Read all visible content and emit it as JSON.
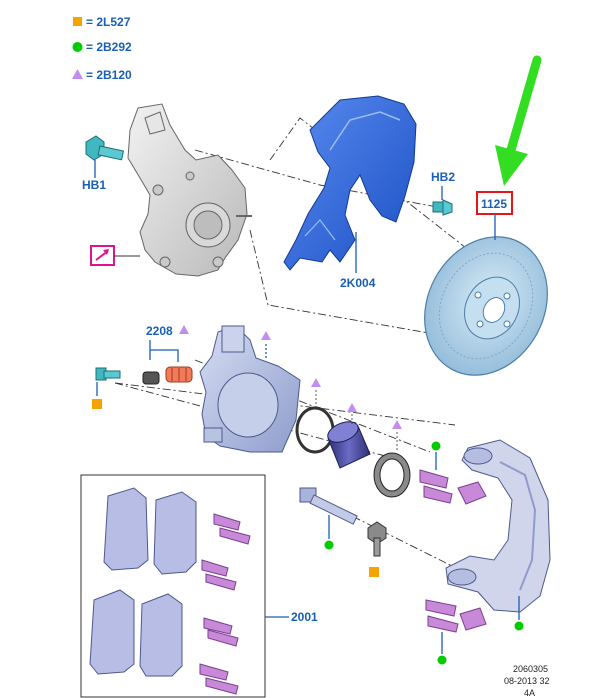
{
  "legend": [
    {
      "symbol": "square",
      "color": "#f5a300",
      "text": "= 2L527"
    },
    {
      "symbol": "circle",
      "color": "#00cc00",
      "text": "= 2B292"
    },
    {
      "symbol": "triangle",
      "color": "#c58cf0",
      "text": "= 2B120"
    }
  ],
  "callouts": {
    "hb1": "HB1",
    "hb2": "HB2",
    "shield": "2K004",
    "disc": "1125",
    "pin_kit": "2208",
    "pad_kit": "2001"
  },
  "highlight": {
    "box_color": "#e8141b",
    "arrow_color": "#33dd22"
  },
  "footer": {
    "code": "2060305",
    "date": "08-2013 32",
    "page": "4A"
  },
  "colors": {
    "part_blue": "#1f5fd6",
    "disc": "#a9cde6",
    "caliper": "#a9b7dc",
    "pad": "#b8bde6",
    "clip": "#c88ad8",
    "bolt": "#3fb8c2",
    "note_arrow": "#e0148a"
  }
}
